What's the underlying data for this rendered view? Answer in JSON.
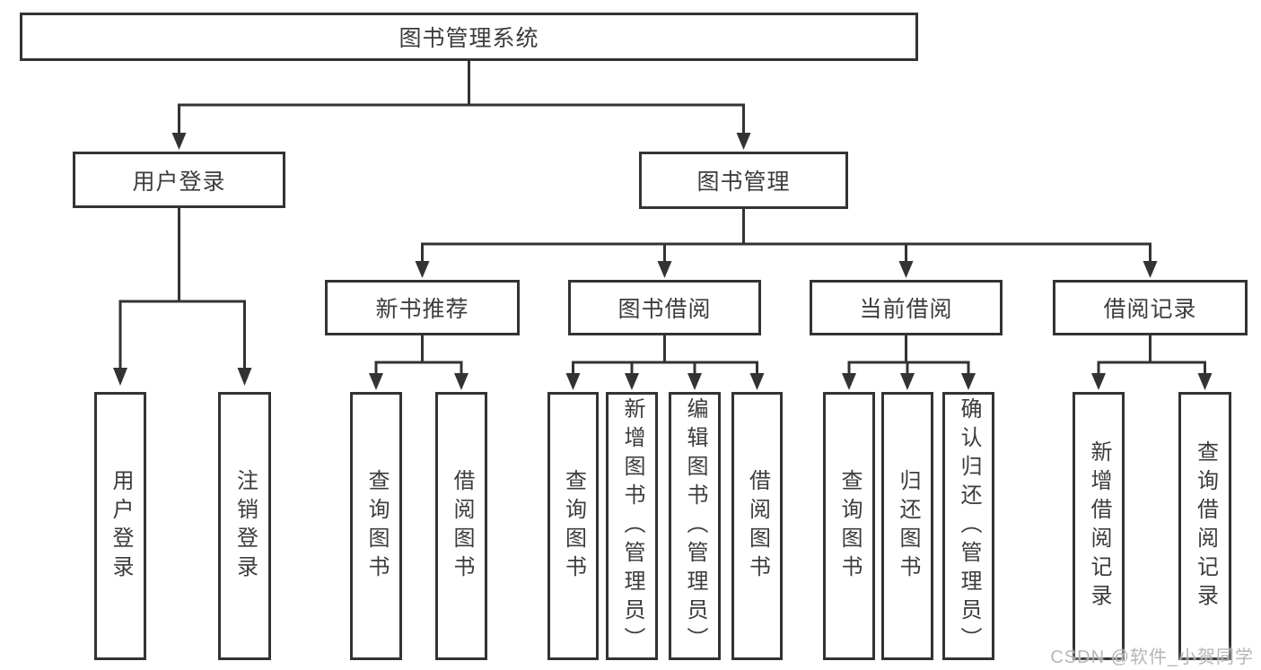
{
  "root": {
    "label": "图书管理系统"
  },
  "branches": [
    {
      "label": "用户登录",
      "children": [
        {
          "label": "用户登录"
        },
        {
          "label": "注销登录"
        }
      ]
    },
    {
      "label": "图书管理",
      "children": [
        {
          "label": "新书推荐",
          "children": [
            {
              "label": "查询图书"
            },
            {
              "label": "借阅图书"
            }
          ]
        },
        {
          "label": "图书借阅",
          "children": [
            {
              "label": "查询图书"
            },
            {
              "label": "新增图书（管理员）"
            },
            {
              "label": "编辑图书（管理员）"
            },
            {
              "label": "借阅图书"
            }
          ]
        },
        {
          "label": "当前借阅",
          "children": [
            {
              "label": "查询图书"
            },
            {
              "label": "归还图书"
            },
            {
              "label": "确认归还（管理员）"
            }
          ]
        },
        {
          "label": "借阅记录",
          "children": [
            {
              "label": "新增借阅记录"
            },
            {
              "label": "查询借阅记录"
            }
          ]
        }
      ]
    }
  ],
  "colors": {
    "line": "#333333",
    "text": "#3c3c3c",
    "watermark": "#b2b2b2"
  },
  "watermark": "CSDN @软件_小贺同学"
}
